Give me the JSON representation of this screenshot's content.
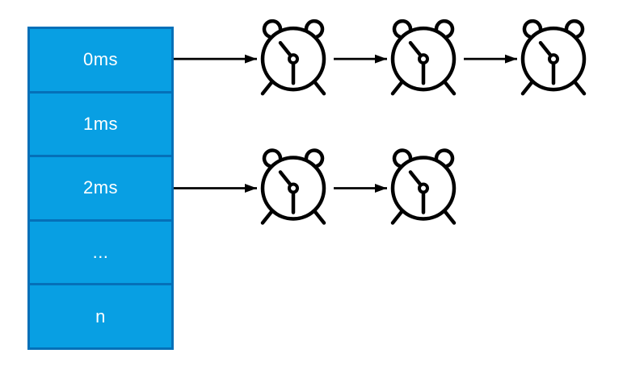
{
  "diagram": {
    "slots": [
      {
        "label": "0ms",
        "timer_count": 3
      },
      {
        "label": "1ms",
        "timer_count": 0
      },
      {
        "label": "2ms",
        "timer_count": 2
      },
      {
        "label": "...",
        "timer_count": 0
      },
      {
        "label": "n",
        "timer_count": 0
      }
    ],
    "timer_icon": "alarm-clock-icon",
    "colors": {
      "slot_fill": "#089FE3",
      "slot_border": "#0570B8",
      "slot_text": "#FFFFFF",
      "connector": "#000000",
      "background": "#FFFFFF"
    }
  }
}
